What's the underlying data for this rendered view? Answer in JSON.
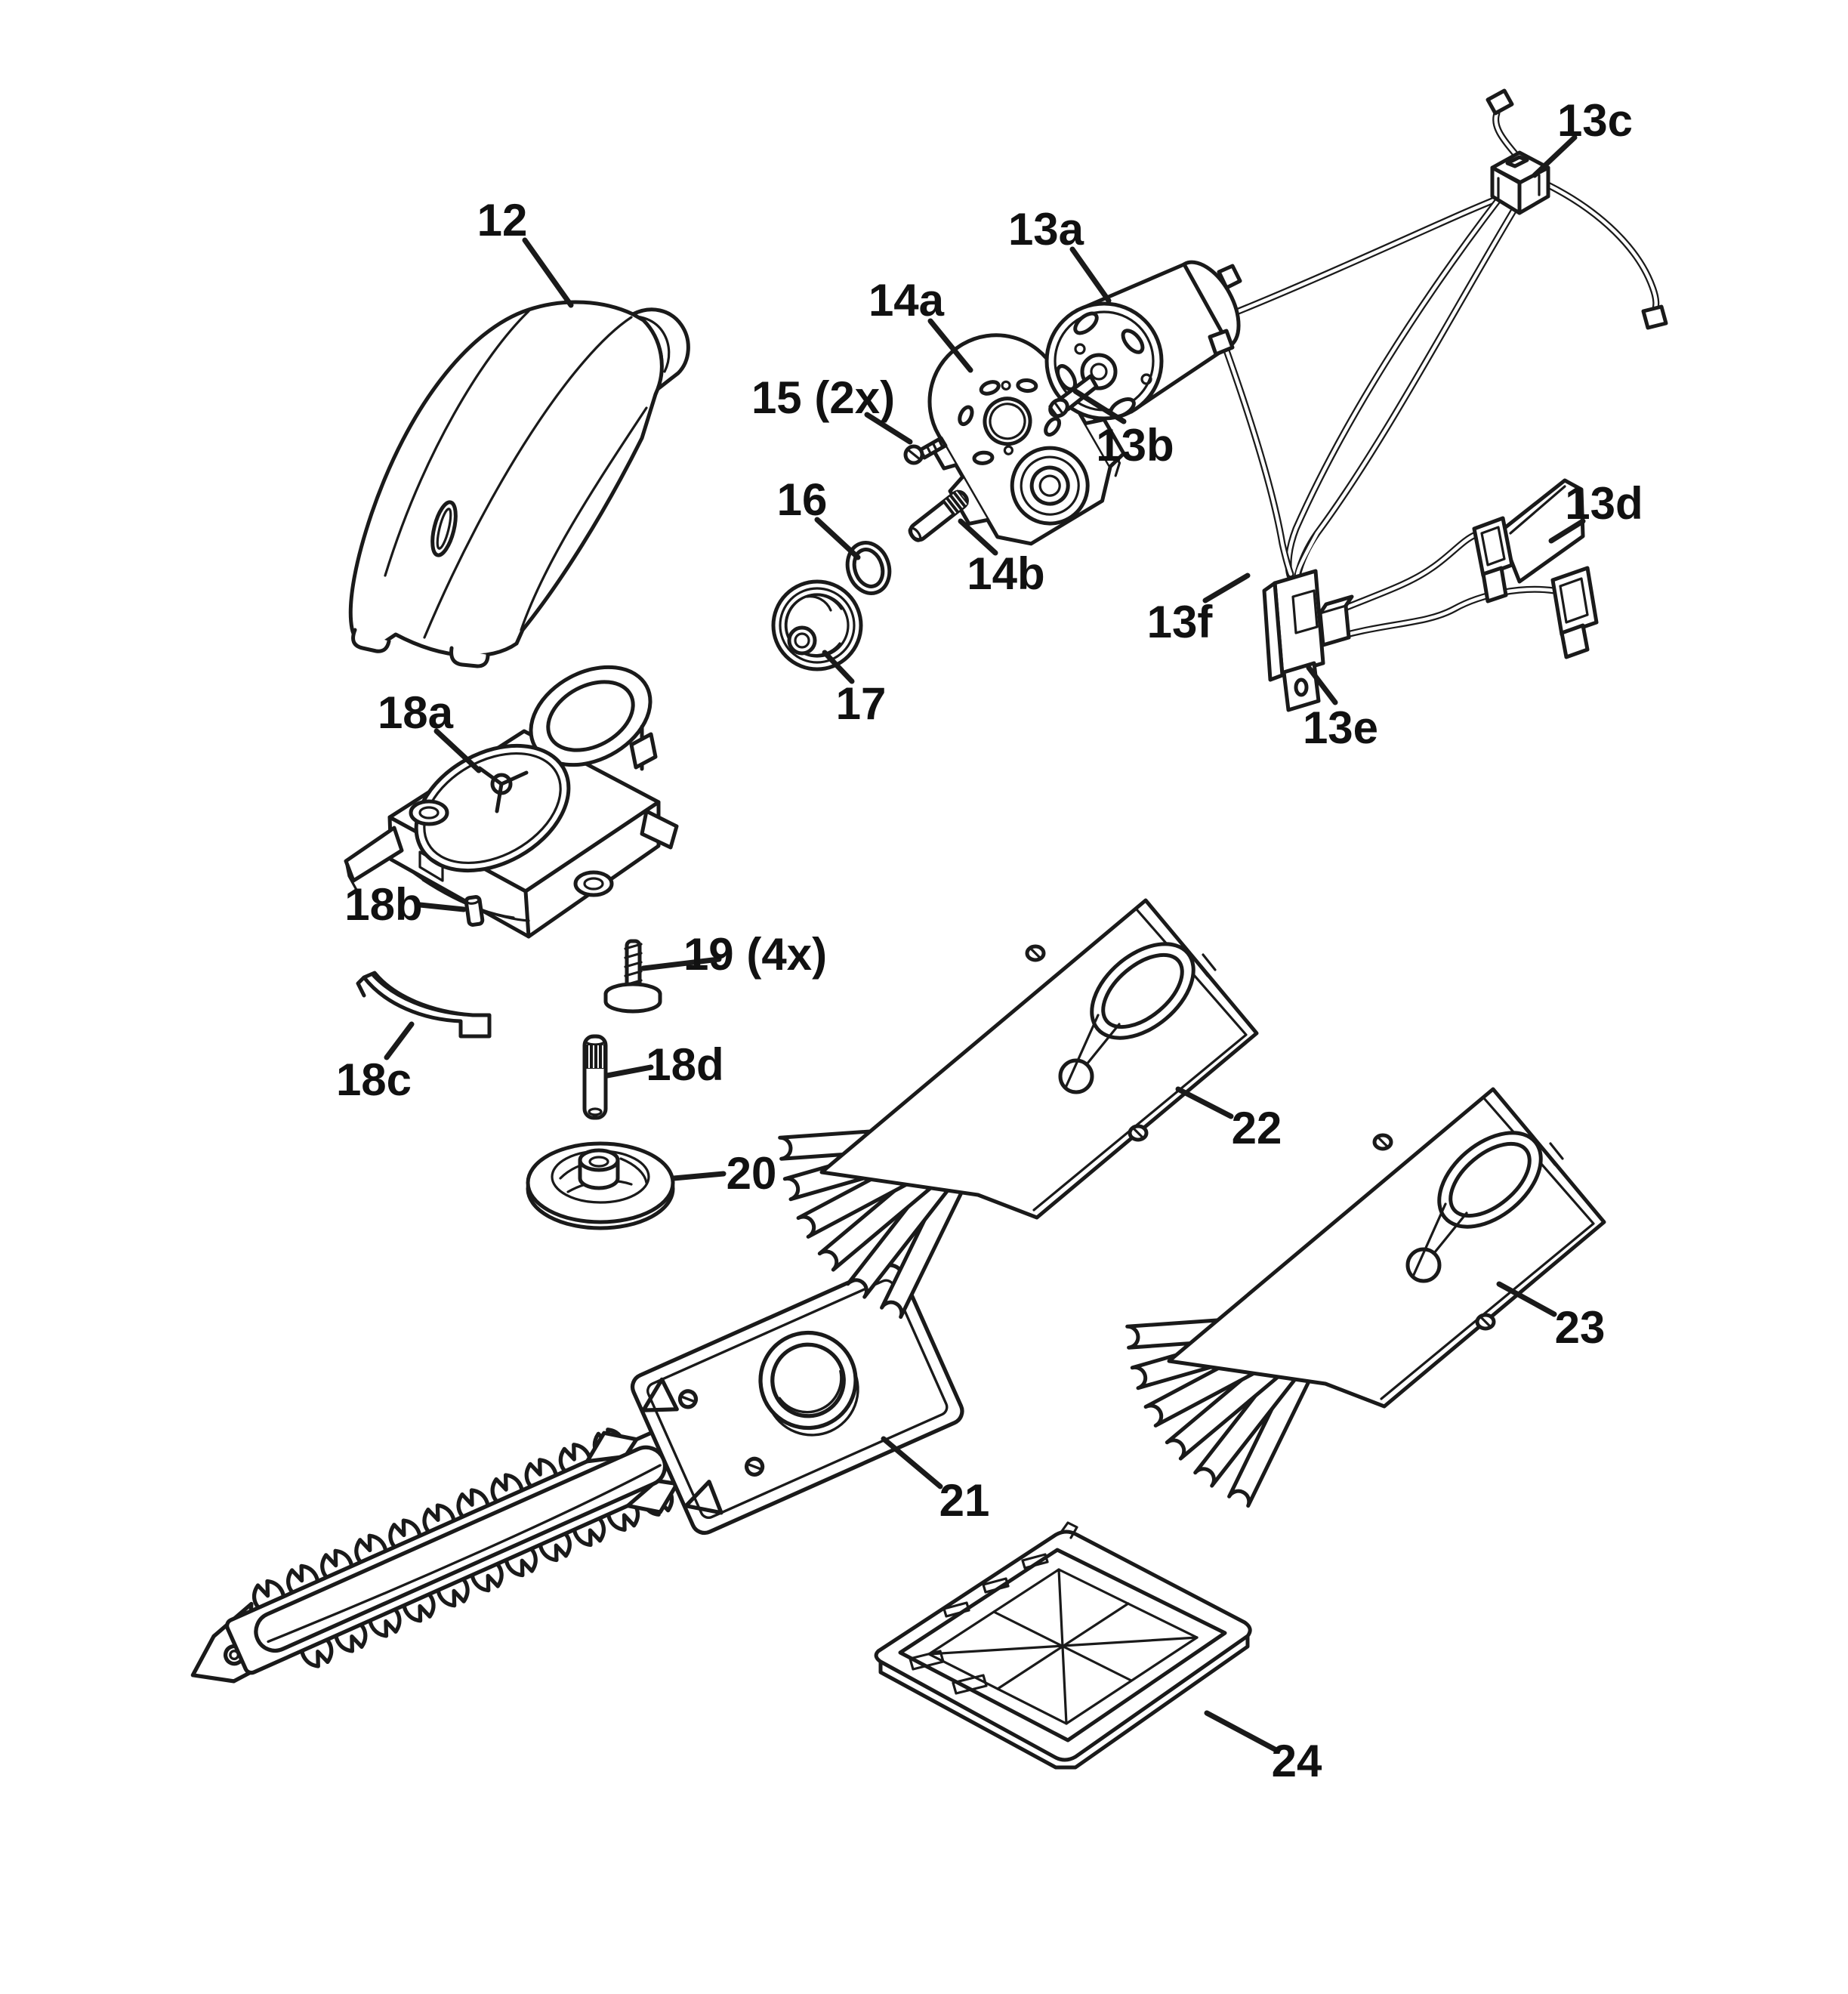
{
  "diagram": {
    "background": "#ffffff",
    "ink": "#1a1a1a",
    "label_color": "#111111",
    "labels": {
      "p12": "12",
      "p13a": "13a",
      "p13b": "13b",
      "p13c": "13c",
      "p13d": "13d",
      "p13e": "13e",
      "p13f": "13f",
      "p14a": "14a",
      "p14b": "14b",
      "p15": "15 (2x)",
      "p16": "16",
      "p17": "17",
      "p18a": "18a",
      "p18b": "18b",
      "p18c": "18c",
      "p18d": "18d",
      "p19": "19 (4x)",
      "p20": "20",
      "p21": "21",
      "p22": "22",
      "p23": "23",
      "p24": "24"
    }
  }
}
